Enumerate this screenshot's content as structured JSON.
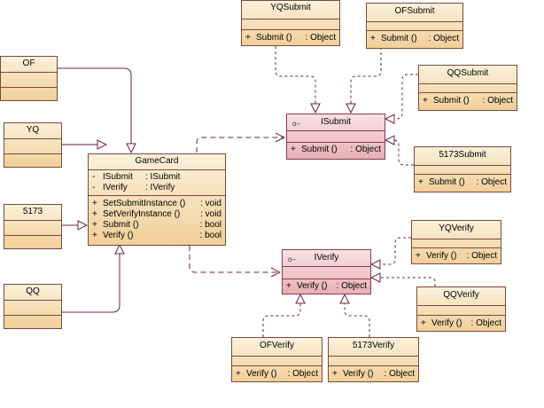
{
  "diagram": {
    "interfaces": {
      "isubmit": {
        "name": "ISubmit",
        "op": "Submit ()",
        "type": ": Object",
        "vis": "+"
      },
      "iverify": {
        "name": "IVerify",
        "op": "Verify ()",
        "type": ": Object",
        "vis": "+"
      }
    },
    "classes": {
      "yqsubmit": {
        "name": "YQSubmit",
        "op": "Submit ()",
        "type": ": Object",
        "vis": "+"
      },
      "ofsubmit": {
        "name": "OFSubmit",
        "op": "Submit ()",
        "type": ": Object",
        "vis": "+"
      },
      "qqsubmit": {
        "name": "QQSubmit",
        "op": "Submit ()",
        "type": ": Object",
        "vis": "+"
      },
      "s5173submit": {
        "name": "5173Submit",
        "op": "Submit ()",
        "type": ": Object",
        "vis": "+"
      },
      "yqverify": {
        "name": "YQVerify",
        "op": "Verify ()",
        "type": ": Object",
        "vis": "+"
      },
      "qqverify": {
        "name": "QQVerify",
        "op": "Verify ()",
        "type": ": Object",
        "vis": "+"
      },
      "ofverify": {
        "name": "OFVerify",
        "op": "Verify ()",
        "type": ": Object",
        "vis": "+"
      },
      "v5173verify": {
        "name": "5173Verify",
        "op": "Verify ()",
        "type": ": Object",
        "vis": "+"
      },
      "of": {
        "name": "OF"
      },
      "yq": {
        "name": "YQ"
      },
      "c5173": {
        "name": "5173"
      },
      "qq": {
        "name": "QQ"
      }
    },
    "gamecard": {
      "name": "GameCard",
      "attrs": [
        {
          "vis": "-",
          "name": "ISubmit",
          "type": ": ISubmit"
        },
        {
          "vis": "-",
          "name": "IVerify",
          "type": ": IVerify"
        }
      ],
      "ops": [
        {
          "vis": "+",
          "name": "SetSubmitInstance ()",
          "type": ": void"
        },
        {
          "vis": "+",
          "name": "SetVerifyInstance ()",
          "type": ": void"
        },
        {
          "vis": "+",
          "name": "Submit ()",
          "type": ": bool"
        },
        {
          "vis": "+",
          "name": "Verify ()",
          "type": ": bool"
        }
      ]
    },
    "colors": {
      "line": "#6b2040",
      "box_border": "#7a4a3a",
      "class_fill": "#f1cf98",
      "iface_fill": "#e8b0b6"
    }
  }
}
